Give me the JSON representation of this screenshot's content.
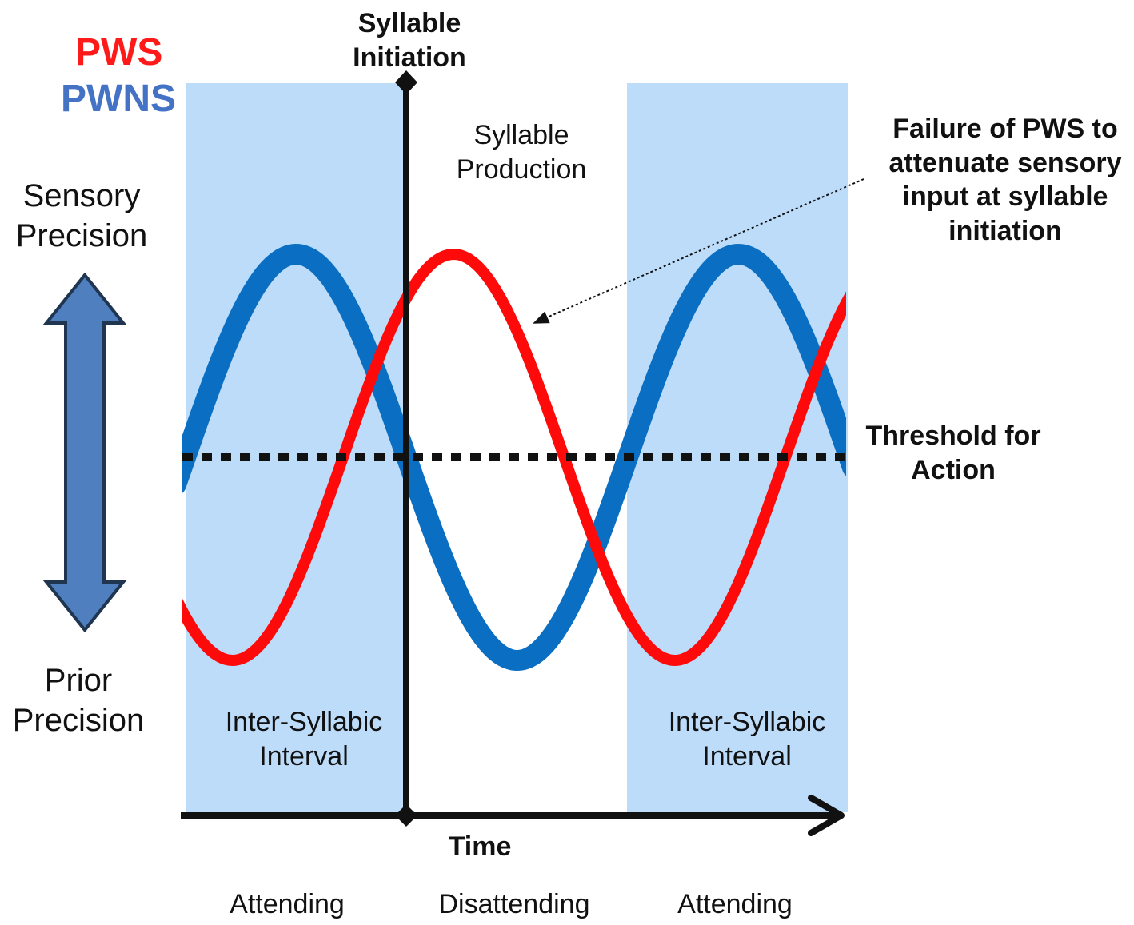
{
  "legend": {
    "pws": {
      "label": "PWS",
      "color": "#ff1a1a"
    },
    "pwns": {
      "label": "PWNS",
      "color": "#4472c4"
    }
  },
  "axis": {
    "y_top_line1": "Sensory",
    "y_top_line2": "Precision",
    "y_bottom_line1": "Prior",
    "y_bottom_line2": "Precision",
    "x_label": "Time",
    "arrow_color": "#4f7fbf"
  },
  "marker": {
    "line1": "Syllable",
    "line2": "Initiation"
  },
  "regions": {
    "left": {
      "line1": "Inter-Syllabic",
      "line2": "Interval"
    },
    "middle": {
      "line1": "Syllable",
      "line2": "Production"
    },
    "right": {
      "line1": "Inter-Syllabic",
      "line2": "Interval"
    },
    "shade_color": "#bcdcfa"
  },
  "annotations": {
    "failure": {
      "line1": "Failure of PWS to",
      "line2": "attenuate sensory",
      "line3": "input at syllable",
      "line4": "initiation"
    },
    "threshold": {
      "line1": "Threshold for",
      "line2": "Action"
    }
  },
  "phases": [
    "Attending",
    "Disattending",
    "Attending"
  ],
  "curves": {
    "pwns_color": "#0a6fc2",
    "pws_color": "#ff0a0a"
  }
}
